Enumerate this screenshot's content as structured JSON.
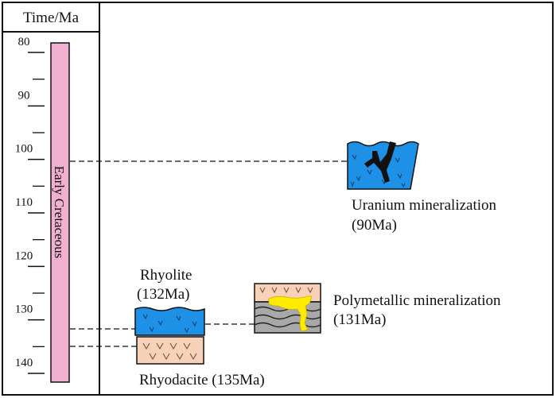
{
  "header": {
    "time_label": "Time/Ma"
  },
  "axis": {
    "ticks": [
      {
        "value": 80,
        "label": "80"
      },
      {
        "value": 90,
        "label": "90"
      },
      {
        "value": 100,
        "label": "100"
      },
      {
        "value": 110,
        "label": "110"
      },
      {
        "value": 120,
        "label": "120"
      },
      {
        "value": 130,
        "label": "130"
      },
      {
        "value": 140,
        "label": "140"
      }
    ]
  },
  "period": {
    "label": "Early Cretaceous"
  },
  "events": {
    "uranium": {
      "name": "Uranium mineralization",
      "age": "(90Ma)"
    },
    "polymetallic": {
      "name": "Polymetallic mineralization",
      "age": "(131Ma)"
    },
    "rhyolite": {
      "name": "Rhyolite",
      "age": "(132Ma)"
    },
    "rhyodacite": {
      "label": "Rhyodacite (135Ma)"
    }
  },
  "colors": {
    "period_bar": "#f0b0d0",
    "rhyolite": "#1e90e6",
    "rhyodacite": "#f7d2b8",
    "ore_gray": "#a8a8a8",
    "sulfide_yellow": "#ffeb00",
    "uranium_vein": "#111111"
  }
}
